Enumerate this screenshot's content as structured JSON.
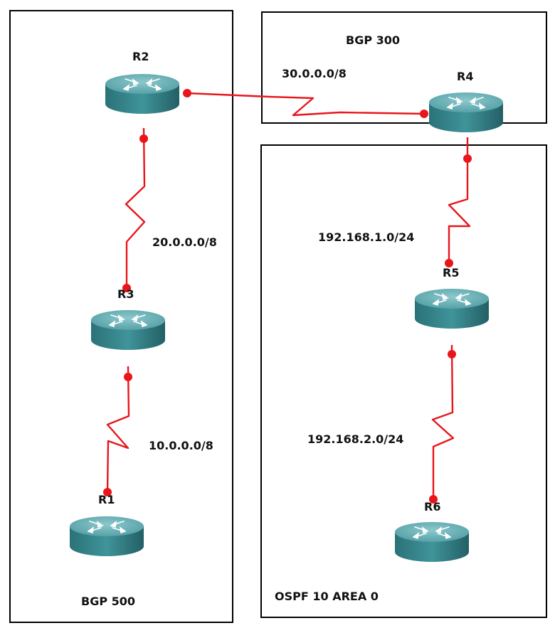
{
  "colors": {
    "link": "#e8161b",
    "router_top": "#5aa7ac",
    "router_side": "#2f7f86",
    "router_arrows": "#ffffff",
    "zone_border": "#000000"
  },
  "zones": {
    "bgp500": "BGP 500",
    "bgp300": "BGP 300",
    "ospf": "OSPF 10 AREA 0"
  },
  "routers": {
    "r1": "R1",
    "r2": "R2",
    "r3": "R3",
    "r4": "R4",
    "r5": "R5",
    "r6": "R6"
  },
  "networks": {
    "r2_r4": "30.0.0.0/8",
    "r2_r3": "20.0.0.0/8",
    "r3_r1": "10.0.0.0/8",
    "r4_r5": "192.168.1.0/24",
    "r5_r6": "192.168.2.0/24"
  }
}
